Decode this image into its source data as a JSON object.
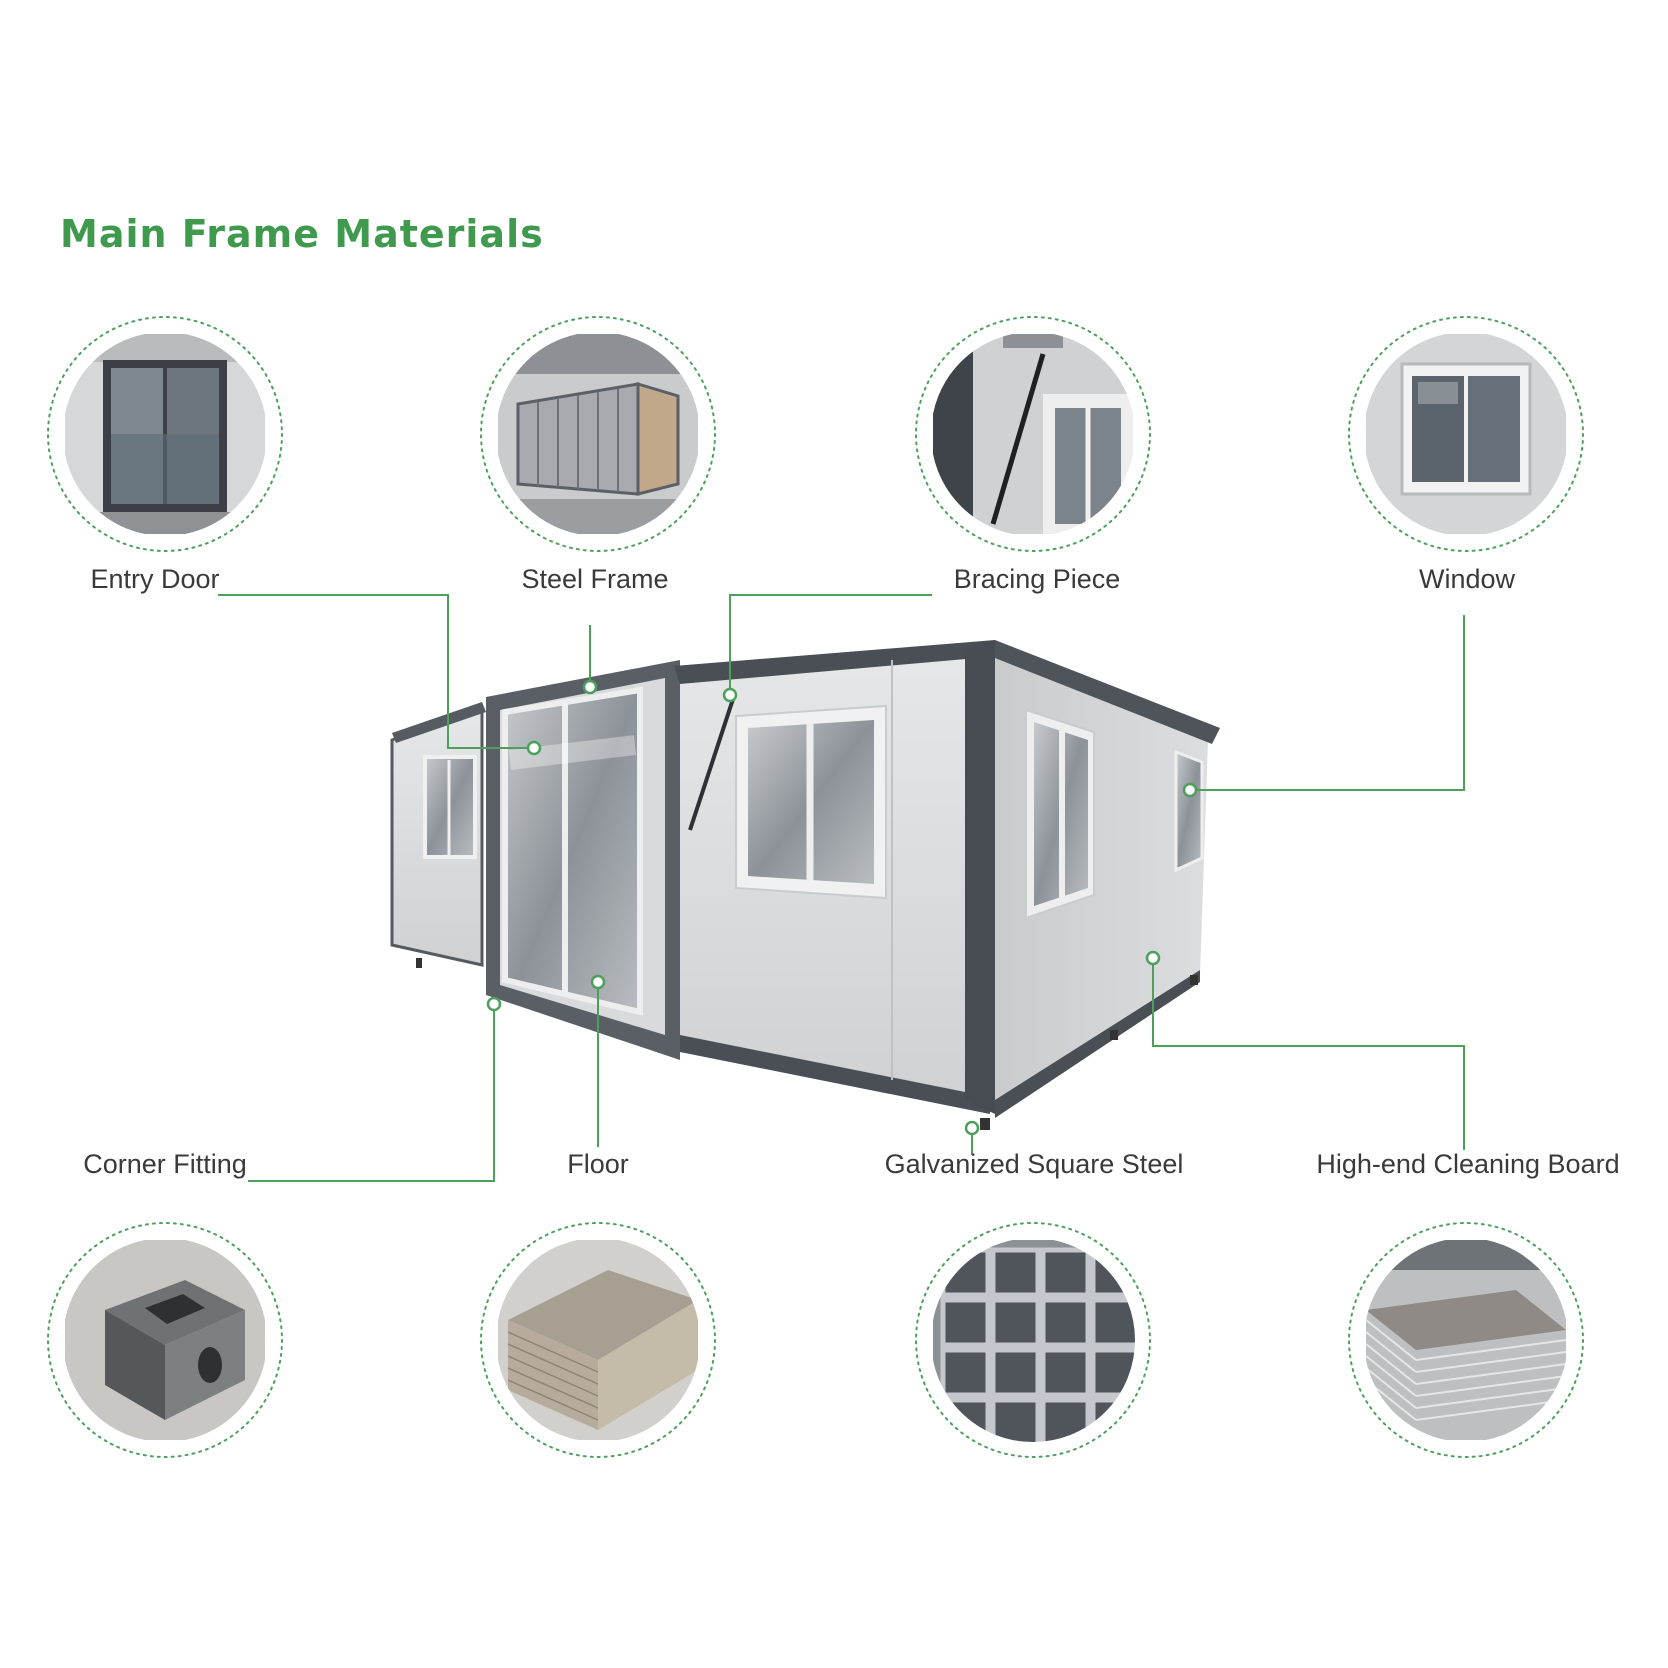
{
  "title": "Main Frame Materials",
  "colors": {
    "accent": "#3f9a4e",
    "leader": "#4d9f5c",
    "label": "#3a3a3a",
    "frame": "#4a4f55",
    "panel": "#dedfe0"
  },
  "components": [
    {
      "label": "Entry Door",
      "icon": "sliding-door"
    },
    {
      "label": "Steel Frame",
      "icon": "steel-frame"
    },
    {
      "label": "Bracing Piece",
      "icon": "bracing-piece"
    },
    {
      "label": "Window",
      "icon": "sliding-window"
    },
    {
      "label": "Corner Fitting",
      "icon": "corner-fitting"
    },
    {
      "label": "Floor",
      "icon": "floor-board"
    },
    {
      "label": "Galvanized Square Steel",
      "icon": "square-tube-stack"
    },
    {
      "label": "High-end Cleaning Board",
      "icon": "board-stack"
    }
  ]
}
